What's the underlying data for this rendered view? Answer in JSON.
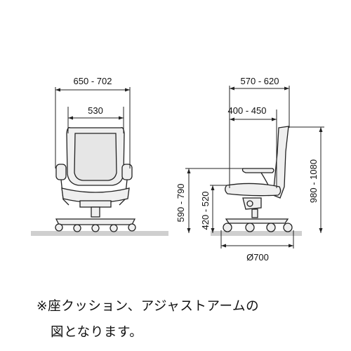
{
  "diagram": {
    "front_view": {
      "overall_width": "650 - 702",
      "backrest_width": "530"
    },
    "side_view": {
      "overall_depth": "570 - 620",
      "seat_depth": "400 - 450",
      "armrest_height": "590 - 790",
      "seat_height": "420 - 520",
      "overall_height": "980 - 1080",
      "base_diameter": "Ø700"
    }
  },
  "note": {
    "line1": "※座クッション、アジャストアームの",
    "line2": "図となります。"
  },
  "colors": {
    "line": "#222222",
    "chair_fill": "#efefef",
    "floor": "#cfcfcf"
  }
}
